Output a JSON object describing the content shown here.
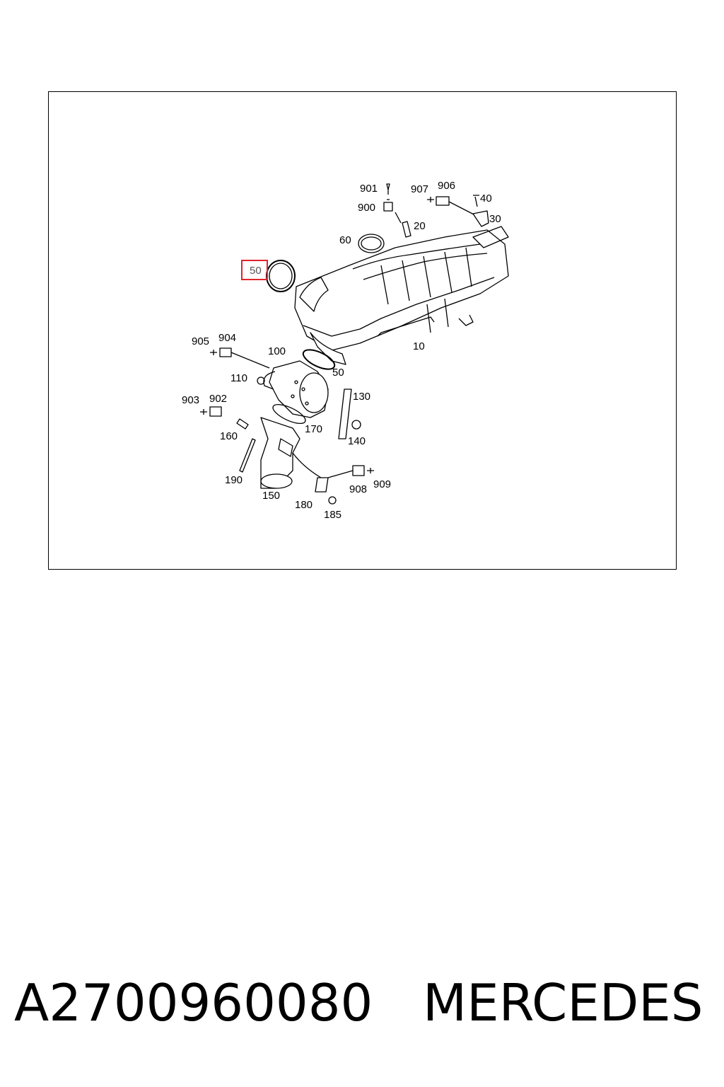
{
  "diagram": {
    "highlight_color": "#e0242c",
    "highlighted_callout": "50",
    "callouts": [
      {
        "id": "c901",
        "label": "901"
      },
      {
        "id": "c907",
        "label": "907"
      },
      {
        "id": "c906",
        "label": "906"
      },
      {
        "id": "c40",
        "label": "40"
      },
      {
        "id": "c900",
        "label": "900"
      },
      {
        "id": "c30",
        "label": "30"
      },
      {
        "id": "c20",
        "label": "20"
      },
      {
        "id": "c60",
        "label": "60"
      },
      {
        "id": "c50a",
        "label": "50"
      },
      {
        "id": "c10",
        "label": "10"
      },
      {
        "id": "c905",
        "label": "905"
      },
      {
        "id": "c904",
        "label": "904"
      },
      {
        "id": "c100",
        "label": "100"
      },
      {
        "id": "c50b",
        "label": "50"
      },
      {
        "id": "c110",
        "label": "110"
      },
      {
        "id": "c130",
        "label": "130"
      },
      {
        "id": "c903",
        "label": "903"
      },
      {
        "id": "c902",
        "label": "902"
      },
      {
        "id": "c170",
        "label": "170"
      },
      {
        "id": "c160",
        "label": "160"
      },
      {
        "id": "c140",
        "label": "140"
      },
      {
        "id": "c190",
        "label": "190"
      },
      {
        "id": "c908",
        "label": "908"
      },
      {
        "id": "c909",
        "label": "909"
      },
      {
        "id": "c150",
        "label": "150"
      },
      {
        "id": "c180",
        "label": "180"
      },
      {
        "id": "c185",
        "label": "185"
      }
    ]
  },
  "footer": {
    "part_number": "A2700960080",
    "brand": "MERCEDES"
  }
}
